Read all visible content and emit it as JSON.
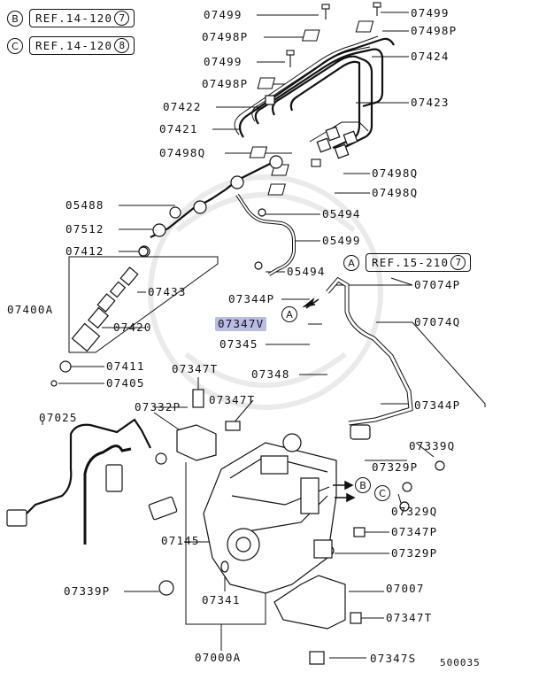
{
  "refs": [
    {
      "id": "B",
      "text": "REF.14-120",
      "num": "7"
    },
    {
      "id": "C",
      "text": "REF.14-120",
      "num": "8"
    },
    {
      "id": "A",
      "text": "REF.15-210",
      "num": "7"
    }
  ],
  "markers": [
    "A",
    "B",
    "C"
  ],
  "parts": [
    "07499",
    "07498P",
    "07499",
    "07498P",
    "07422",
    "07421",
    "07498Q",
    "07499",
    "07498P",
    "07424",
    "07423",
    "07498Q",
    "07498Q",
    "05488",
    "07512",
    "07412",
    "05494",
    "05499",
    "05494",
    "07433",
    "07400A",
    "07420",
    "07411",
    "07405",
    "07344P",
    "07347V",
    "07345",
    "07348",
    "07074P",
    "07074Q",
    "07347T",
    "07332P",
    "07347T",
    "07344P",
    "07025",
    "07339Q",
    "07329P",
    "07329Q",
    "07347P",
    "07329P",
    "07145",
    "07341",
    "07339P",
    "07007",
    "07347T",
    "07000A",
    "07347S"
  ],
  "highlight": "07347V",
  "code": "500035",
  "accent": "#b9bde6"
}
